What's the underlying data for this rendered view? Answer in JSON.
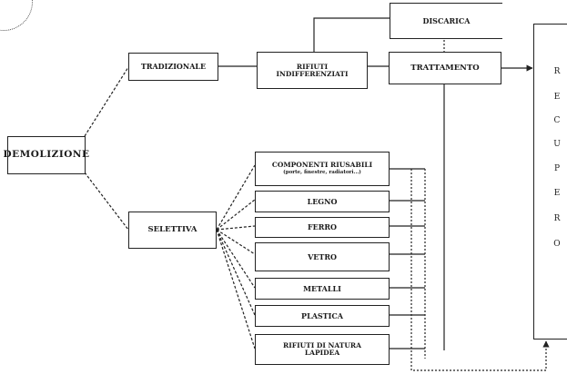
{
  "nodes": {
    "demolizione": "DEMOLIZIONE",
    "tradizionale": "TRADIZIONALE",
    "selettiva": "SELETTIVA",
    "rifiuti_indifferenziati": "RIFIUTI INDIFFERENZIATI",
    "discarica": "DISCARICA",
    "trattamento": "TRATTAMENTO",
    "componenti": "COMPONENTI RIUSABILI",
    "componenti_note": "(porte, finestre, radiatori...)",
    "legno": "LEGNO",
    "ferro": "FERRO",
    "vetro": "VETRO",
    "metalli": "METALLI",
    "plastica": "PLASTICA",
    "rifiuti_lapidea": "RIFIUTI DI NATURA LAPIDEA"
  },
  "recupero_letters": [
    "R",
    "E",
    "C",
    "U",
    "P",
    "E",
    "R",
    "O"
  ]
}
